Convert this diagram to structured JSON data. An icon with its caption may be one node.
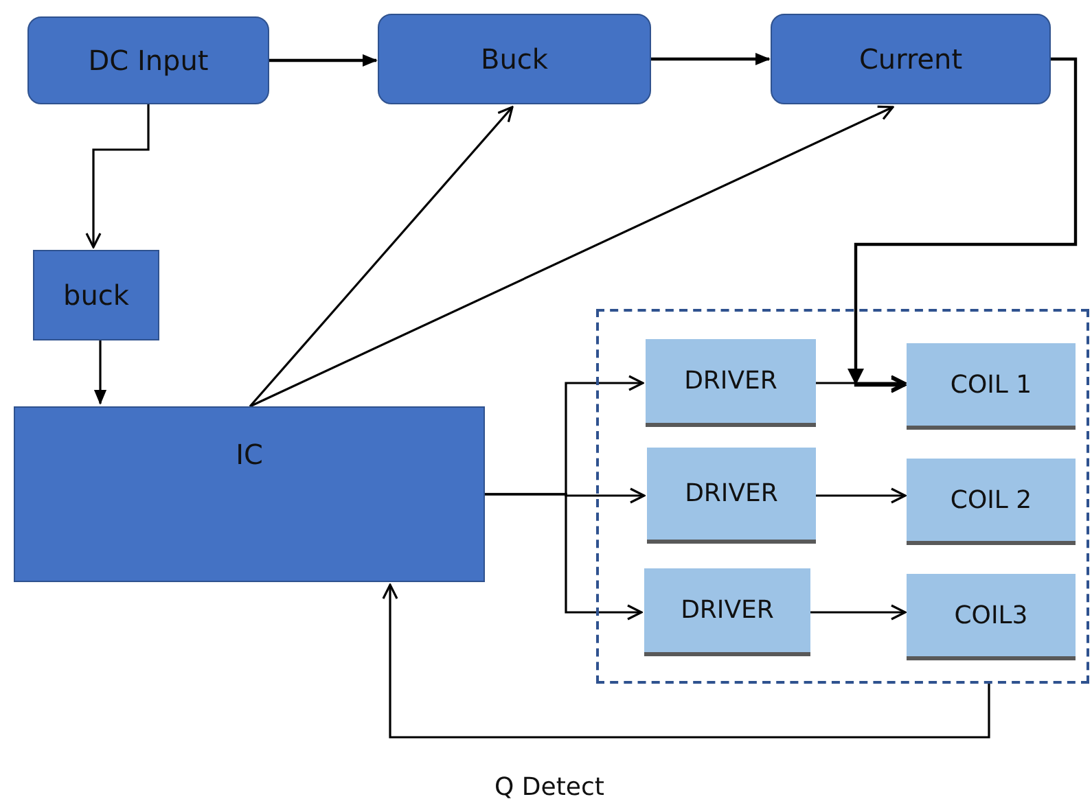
{
  "diagram": {
    "nodes": [
      {
        "text": [
          "DC Input"
        ]
      },
      {
        "text": [
          "Buck"
        ]
      },
      {
        "text": [
          "Current"
        ]
      },
      {
        "text": [
          "buck"
        ]
      },
      {
        "text": [
          "IC"
        ]
      },
      {
        "text": [],
        "shape": "box"
      },
      {
        "text": [
          "DRIVER"
        ],
        "in": 5
      },
      {
        "text": [
          "COIL 1"
        ],
        "in": 5
      },
      {
        "text": [
          "DRIVER"
        ],
        "in": 5
      },
      {
        "text": [
          "COIL 2"
        ],
        "in": 5
      },
      {
        "text": [
          "DRIVER"
        ],
        "in": 5
      },
      {
        "text": [
          "COIL3"
        ],
        "in": 5
      }
    ],
    "edges": [
      {
        "from": 0,
        "to": 1,
        "arrow": "to"
      },
      {
        "from": 1,
        "to": 2,
        "arrow": "to"
      },
      {
        "from": 0,
        "to": 3,
        "arrow": "to"
      },
      {
        "from": 3,
        "to": 4,
        "arrow": "to"
      },
      {
        "from": 4,
        "to": 1,
        "arrow": "to"
      },
      {
        "from": 4,
        "to": 2,
        "arrow": "to"
      },
      {
        "from": 2,
        "to": 7,
        "arrow": "to"
      },
      {
        "from": 4,
        "to": 6,
        "arrow": "to"
      },
      {
        "from": 4,
        "to": 8,
        "arrow": "to"
      },
      {
        "from": 4,
        "to": 10,
        "arrow": "to"
      },
      {
        "from": 6,
        "to": 7,
        "arrow": "to"
      },
      {
        "from": 8,
        "to": 9,
        "arrow": "to"
      },
      {
        "from": 10,
        "to": 11,
        "arrow": "to"
      },
      {
        "from": 5,
        "to": 4,
        "arrow": "to",
        "label": "Q Detect"
      }
    ]
  }
}
